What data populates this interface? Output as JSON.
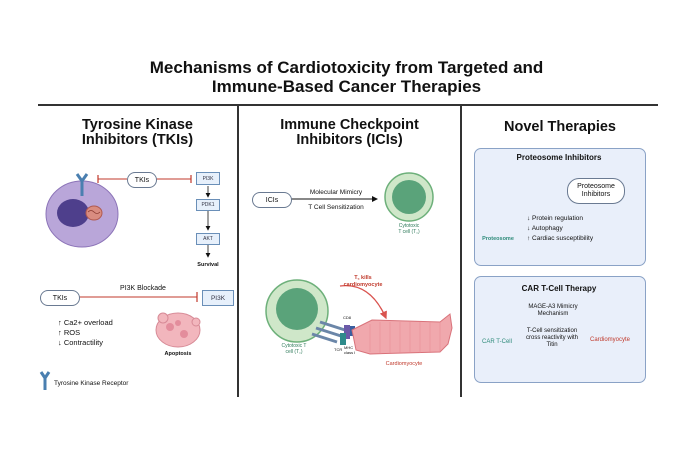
{
  "title_line1": "Mechanisms of Cardiotoxicity from Targeted and",
  "title_line2": "Immune-Based Cancer Therapies",
  "tki": {
    "title_line1": "Tyrosine Kinase",
    "title_line2": "Inhibitors (TKIs)",
    "tkis_label": "TKIs",
    "pi3k": "PI3K",
    "pdk1": "PDK1",
    "akt": "AKT",
    "survival": "Survival",
    "blockade_label": "PI3K Blockade",
    "tkis_label2": "TKIs",
    "pi3k2": "PI3K",
    "effects": [
      "↑ Ca2+ overload",
      "↑ ROS",
      "↓ Contractility"
    ],
    "apoptosis": "Apoptosis",
    "legend_label": "Tyrosine Kinase Receptor"
  },
  "ici": {
    "title_line1": "Immune Checkpoint",
    "title_line2": "Inhibitors (ICIs)",
    "icis_label": "ICIs",
    "mimicry": "Molecular Mimicry",
    "sensitization": "T Cell Sensitization",
    "cytotoxic_line1": "Cytotoxic",
    "cytotoxic_line2": "T cell (T꜀)",
    "kills_line1": "T꜀ kills",
    "kills_line2": "cardiomyocyte",
    "cd8": "CD8",
    "tcr": "TCR",
    "mhc_line1": "MHC",
    "mhc_line2": "class I",
    "tcell_line1": "Cytotoxic T",
    "tcell_line2": "cell (T꜀)",
    "cardiomyocyte": "Cardiomyocyte"
  },
  "novel": {
    "title": "Novel Therapies",
    "proteosome_panel_title": "Proteosome Inhibitors",
    "proteosome_inhibitors_line1": "Proteosome",
    "proteosome_inhibitors_line2": "Inhibitors",
    "effects": [
      "↓ Protein regulation",
      "↓ Autophagy",
      "↑ Cardiac susceptibility"
    ],
    "proteosome_label": "Proteosome",
    "car_panel_title": "CAR T-Cell Therapy",
    "mage_line1": "MAGE-A3 Mimicry",
    "mage_line2": "Mechanism",
    "sens_line1": "T-Cell sensitization",
    "sens_line2": "cross reactivity with",
    "sens_line3": "Titin",
    "car_tcell": "CAR T-Cell",
    "cardiomyocyte": "Cardiomyocyte"
  },
  "colors": {
    "inhibit": "#c0392b",
    "cell_green": "#5aa37a",
    "cardio_red": "#c0392b",
    "receptor_blue": "#4a7fb0"
  }
}
